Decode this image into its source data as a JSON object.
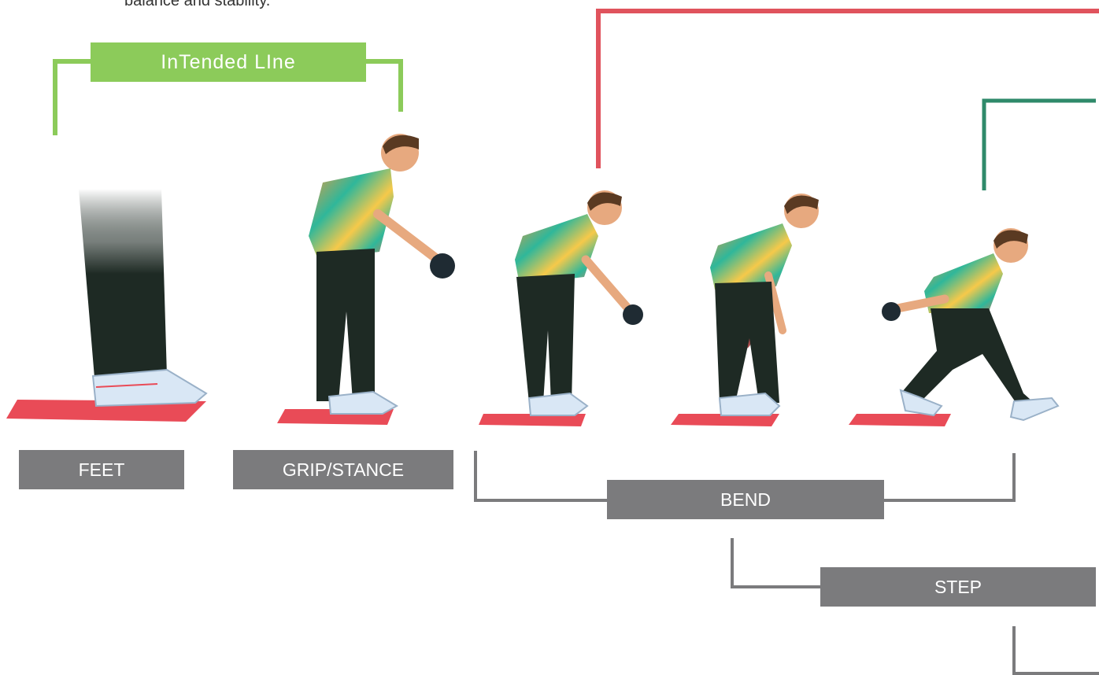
{
  "caption_text": "balance and stability.",
  "intended_line_label": "InTended LIne",
  "stages": {
    "feet": "FEET",
    "grip_stance": "GRIP/STANCE",
    "bend": "BEND",
    "step": "STEP"
  },
  "colors": {
    "label_box": "#7b7b7d",
    "intended_line": "#8ccb5a",
    "bracket_red": "#e0535d",
    "bracket_teal": "#2f8a6a",
    "bracket_gray": "#7b7b7d",
    "mat": "#e94b57",
    "shirt_teal": "#2fb79a",
    "shirt_orange": "#f49a3a",
    "pants": "#1e2a24",
    "shoe": "#d9e7f5",
    "skin": "#e7a97f",
    "hair": "#5a3a22",
    "bowl": "#1f2b33"
  }
}
